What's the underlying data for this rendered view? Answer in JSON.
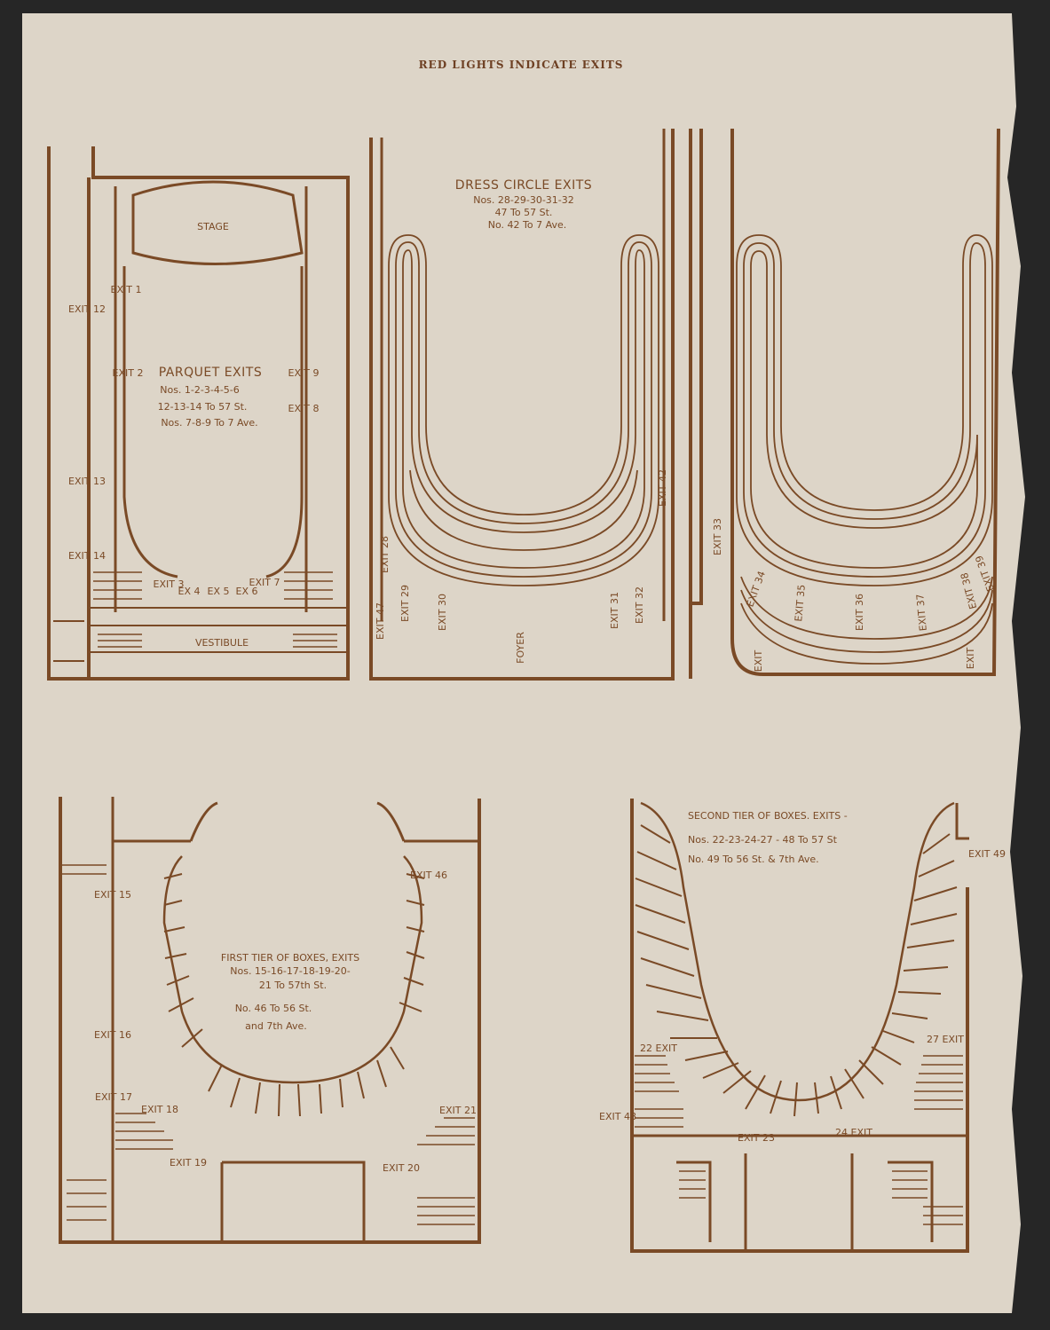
{
  "title": "RED LIGHTS INDICATE EXITS",
  "colors": {
    "paper": "#ddd5c8",
    "ink": "#7a4a26",
    "background": "#262626"
  },
  "parquet": {
    "heading": "PARQUET EXITS",
    "lines": [
      "Nos. 1-2-3-4-5-6",
      "12-13-14 To 57 St.",
      "Nos. 7-8-9 To 7 Ave."
    ],
    "stage": "STAGE",
    "vestibule": "VESTIBULE",
    "exits": [
      "EXIT 1",
      "EXIT 2",
      "EXIT 12",
      "EXIT 13",
      "EXIT 14",
      "EXIT 9",
      "EXIT 8",
      "EXIT 3",
      "EX 4",
      "EX 5",
      "EX 6",
      "EXIT 7"
    ]
  },
  "dress_circle": {
    "heading": "DRESS CIRCLE EXITS",
    "lines": [
      "Nos. 28-29-30-31-32",
      "47 To 57 St.",
      "No. 42 To 7 Ave."
    ],
    "foyer": "FOYER",
    "exits": [
      "EXIT 28",
      "EXIT 47",
      "EXIT 29",
      "EXIT 30",
      "EXIT 31",
      "EXIT 32",
      "EXIT 42"
    ]
  },
  "balcony": {
    "exits": [
      "EXIT 33",
      "EXIT 34",
      "EXIT 35",
      "EXIT 36",
      "EXIT 37",
      "EXIT 38",
      "EXIT 39",
      "EXIT",
      "EXIT"
    ]
  },
  "first_tier": {
    "heading": "FIRST TIER OF BOXES, EXITS",
    "lines": [
      "Nos. 15-16-17-18-19-20-",
      "21 To 57th St.",
      "No. 46 To 56 St.",
      "and 7th Ave."
    ],
    "exits": [
      "EXIT 15",
      "EXIT 16",
      "EXIT 17",
      "EXIT 18",
      "EXIT 19",
      "EXIT 20",
      "EXIT 21",
      "EXIT 46"
    ]
  },
  "second_tier": {
    "heading": "SECOND TIER OF BOXES. EXITS -",
    "lines": [
      "Nos. 22-23-24-27 - 48 To 57 St",
      "No. 49 To 56 St. & 7th Ave."
    ],
    "exits": [
      "22 EXIT",
      "27 EXIT",
      "EXIT 48",
      "EXIT 23",
      "24 EXIT",
      "EXIT 49"
    ]
  }
}
